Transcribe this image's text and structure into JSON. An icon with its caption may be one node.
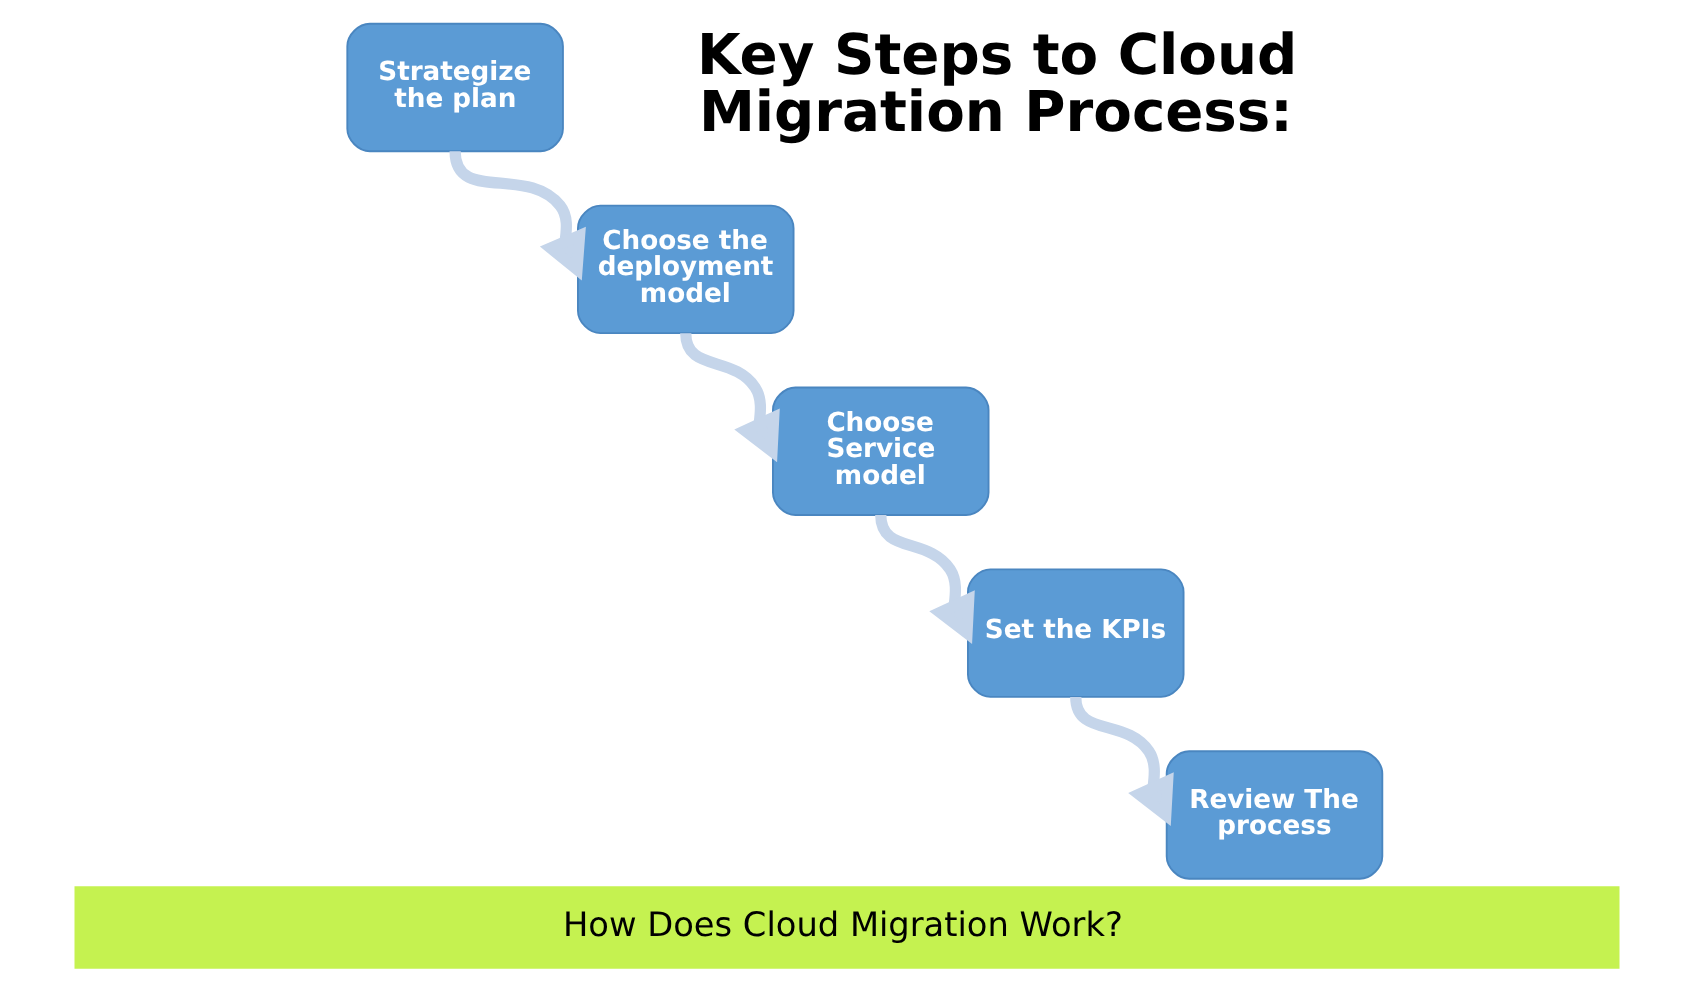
{
  "diagram": {
    "title": "Key Steps to Cloud Migration Process:",
    "caption": "How Does Cloud Migration Work?",
    "nodes": [
      {
        "text": [
          "Strategize the plan"
        ]
      },
      {
        "text": [
          "Choose the deployment model"
        ]
      },
      {
        "text": [
          "Choose Service model"
        ]
      },
      {
        "text": [
          "Set the KPIs"
        ]
      },
      {
        "text": [
          "Review The process"
        ]
      }
    ],
    "edges": [
      {
        "from": 0,
        "to": 1,
        "arrow": "to"
      },
      {
        "from": 1,
        "to": 2,
        "arrow": "to"
      },
      {
        "from": 2,
        "to": 3,
        "arrow": "to"
      },
      {
        "from": 3,
        "to": 4,
        "arrow": "to"
      }
    ]
  }
}
